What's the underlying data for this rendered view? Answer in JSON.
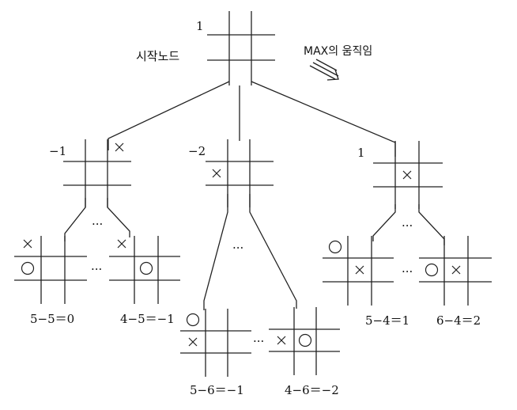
{
  "title": "시작노드",
  "move_caption": "MAX의 움직임",
  "ellipsis": "···",
  "symbols": {
    "x": "×",
    "o": "○"
  },
  "nodes": {
    "root": {
      "value": "1",
      "cells": {}
    },
    "mid_left": {
      "value": "−1",
      "cells": {
        "above_top_right": "x"
      }
    },
    "mid_center": {
      "value": "−2",
      "cells": {
        "ml": "x"
      }
    },
    "mid_right": {
      "value": "1",
      "cells": {
        "mc": "x"
      }
    },
    "leaf1": {
      "label": "5−5＝0",
      "cells": {
        "above_top_left": "x",
        "ml": "o"
      }
    },
    "leaf2": {
      "label": "4−5＝−1",
      "cells": {
        "above_top_left": "x",
        "mc": "o"
      }
    },
    "leaf3": {
      "label": "5−6＝−1",
      "cells": {
        "tl": "o",
        "ml": "x"
      }
    },
    "leaf4": {
      "label": "4−6＝−2",
      "cells": {
        "ml": "x",
        "mc": "o"
      }
    },
    "leaf5": {
      "label": "5−4＝1",
      "cells": {
        "tl": "o",
        "mc": "x"
      }
    },
    "leaf6": {
      "label": "6−4＝2",
      "cells": {
        "ml": "o",
        "mc": "x"
      }
    }
  }
}
